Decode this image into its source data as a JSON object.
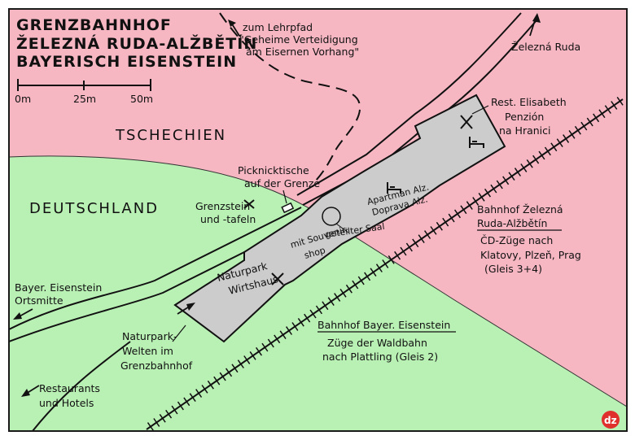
{
  "map": {
    "title": [
      "GRENZBAHNHOF",
      "ŽELEZNÁ RUDA-ALŽBĚTÍN",
      "BAYERISCH EISENSTEIN"
    ],
    "scale": {
      "labels": [
        "0m",
        "25m",
        "50m"
      ]
    },
    "countries": {
      "north": "TSCHECHIEN",
      "south": "DEUTSCHLAND"
    },
    "colors": {
      "cz_area": "#f6b7c3",
      "de_area": "#b9f0b4",
      "building": "#cccccc",
      "frame": "#1a1a1a",
      "logo": "#e0302d"
    },
    "labels": {
      "lehrpfad": [
        "zum Lehrpfad",
        "\"Geheime Verteidigung",
        "am Eisernen Vorhang\""
      ],
      "zelezna_ruda": "Železná Ruda",
      "rest_elisabeth": [
        "Rest. Elisabeth",
        "Penzión",
        "na Hranici"
      ],
      "picknick": [
        "Picknicktische",
        "auf der Grenze"
      ],
      "apartman": [
        "Apartman Alz.",
        "Doprava Alz."
      ],
      "grenzstein": [
        "Grenzstein",
        "und -tafeln"
      ],
      "saal": [
        "geteilter Saal",
        "mit Souvenir-",
        "shop"
      ],
      "bahnhof_cz": [
        "Bahnhof Železná",
        "Ruda-Alžbětín",
        "ČD-Züge nach",
        "Klatovy, Plzeň, Prag",
        "(Gleis 3+4)"
      ],
      "wirtshaus": [
        "Naturpark",
        "Wirtshaus"
      ],
      "ortsmitte": [
        "Bayer. Eisenstein",
        "Ortsmitte"
      ],
      "welten": [
        "Naturpark-",
        "Welten im",
        "Grenzbahnhof"
      ],
      "bahnhof_de": [
        "Bahnhof Bayer. Eisenstein",
        "Züge der Waldbahn",
        "nach Plattling (Gleis 2)"
      ],
      "restaurants": [
        "Restaurants",
        "und Hotels"
      ]
    },
    "logo": "dz",
    "icons": [
      "cutlery-icon",
      "bed-icon",
      "picnic-table-icon",
      "boundary-stone-icon",
      "arrow-icon"
    ]
  }
}
